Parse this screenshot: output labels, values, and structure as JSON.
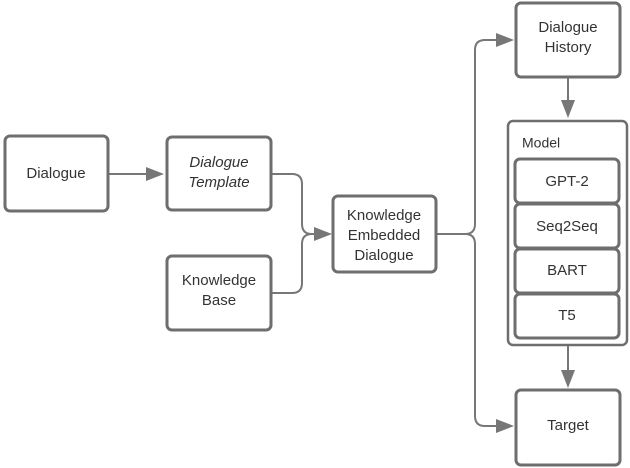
{
  "nodes": {
    "dialogue": {
      "lines": [
        "Dialogue"
      ]
    },
    "template": {
      "lines": [
        "Dialogue",
        "Template"
      ]
    },
    "knowledge_base": {
      "lines": [
        "Knowledge",
        "Base"
      ]
    },
    "embedded": {
      "lines": [
        "Knowledge",
        "Embedded",
        "Dialogue"
      ]
    },
    "history": {
      "lines": [
        "Dialogue",
        "History"
      ]
    },
    "target": {
      "lines": [
        "Target"
      ]
    }
  },
  "model": {
    "title": "Model",
    "items": [
      "GPT-2",
      "Seq2Seq",
      "BART",
      "T5"
    ]
  },
  "colors": {
    "stroke": "#6e6e6e",
    "edge": "#777777",
    "text": "#333333",
    "background": "#ffffff"
  }
}
